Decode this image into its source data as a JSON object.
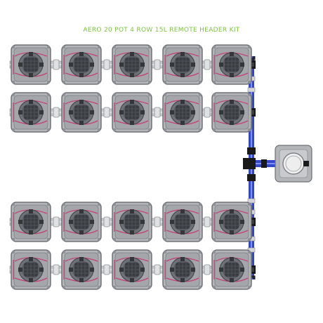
{
  "title": "AERO 20 POT 4 ROW 15L REMOTE HEADER KIT",
  "colors": {
    "title": "#7dc242",
    "pot_body": "#b3b5b9",
    "pot_rim": "#808388",
    "pot_lid": "#6e7177",
    "net_pot": "#3a3d42",
    "pink_line": "#c2447a",
    "pipe_grey": "#c9cbce",
    "pipe_blue": "#3347c8",
    "fitting_black": "#1a1a1a"
  },
  "kit": {
    "rows": 4,
    "pots_per_row": 5,
    "row_groups": [
      {
        "name": "upper-group",
        "rows": 2
      },
      {
        "name": "lower-group",
        "rows": 2
      }
    ],
    "header": {
      "name": "remote-header-tank",
      "icon": "header-tank-icon"
    }
  }
}
